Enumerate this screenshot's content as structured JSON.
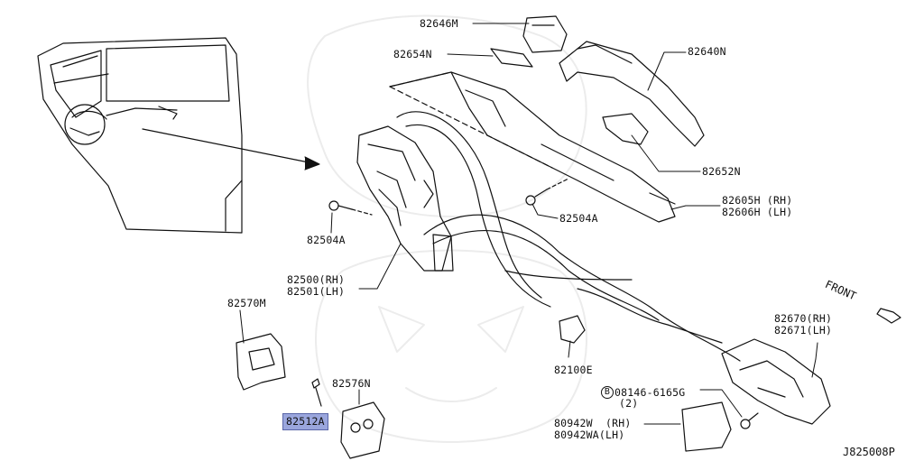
{
  "parts": {
    "p82646M": "82646M",
    "p82654N": "82654N",
    "p82640N": "82640N",
    "p82652N": "82652N",
    "p82605H": "82605H (RH)",
    "p82606H": "82606H (LH)",
    "p82504A_top": "82504A",
    "p82504A_left": "82504A",
    "p82500": "82500(RH)",
    "p82501": "82501(LH)",
    "p82570M": "82570M",
    "p82576N": "82576N",
    "p82512A": "82512A",
    "p82100E": "82100E",
    "p82670": "82670(RH)",
    "p82671": "82671(LH)",
    "bolt_code": "08146-6165G",
    "bolt_circle": "B",
    "bolt_qty": "(2)",
    "p80942W": "80942W  (RH)",
    "p80942WA": "80942WA(LH)"
  },
  "front_label": "FRONT",
  "diagram_code": "J825008P",
  "highlight_color": "#9aa6dd"
}
